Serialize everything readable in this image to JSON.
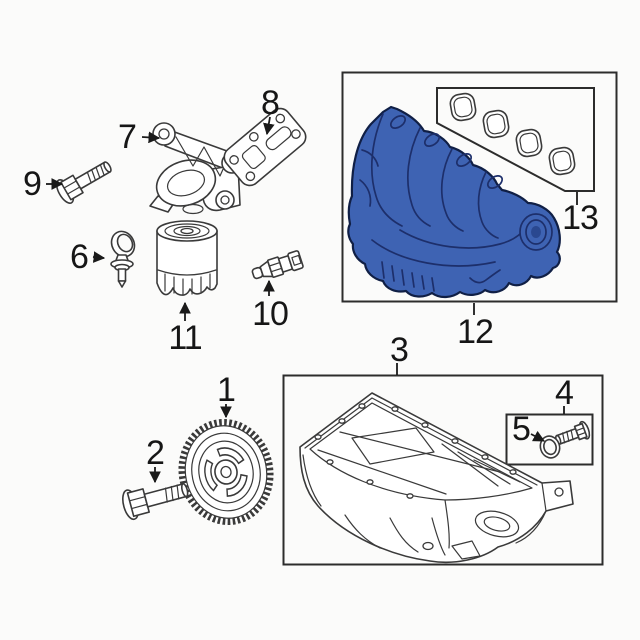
{
  "figure": {
    "type": "exploded-parts-diagram",
    "highlighted_part": "12",
    "callouts": [
      {
        "num": "1"
      },
      {
        "num": "2"
      },
      {
        "num": "3"
      },
      {
        "num": "4"
      },
      {
        "num": "5"
      },
      {
        "num": "6"
      },
      {
        "num": "7"
      },
      {
        "num": "8"
      },
      {
        "num": "9"
      },
      {
        "num": "10"
      },
      {
        "num": "11"
      },
      {
        "num": "12"
      },
      {
        "num": "13"
      }
    ],
    "colors": {
      "background": "#fbfbfa",
      "line": "#3a3a3a",
      "box_border": "#2c2c2c",
      "label": "#161616",
      "highlight_fill": "#3e63b3",
      "highlight_line": "#1d2f6b",
      "highlight_outline": "#101f45"
    }
  }
}
